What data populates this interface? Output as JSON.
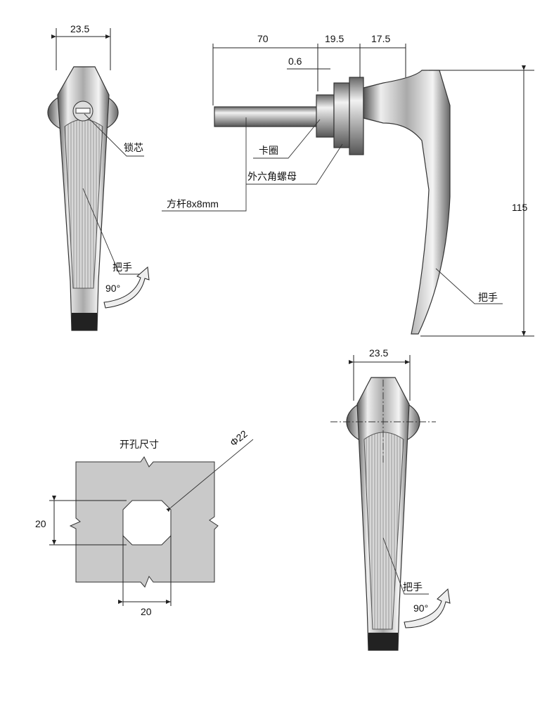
{
  "top_view": {
    "width_dim": "23.5",
    "lock_core_label": "锁芯",
    "handle_label": "把手",
    "rotation_label": "90°"
  },
  "side_view": {
    "dim_rod_length": "70",
    "dim_body": "19.5",
    "dim_head": "17.5",
    "dim_gap": "0.6",
    "circlip_label": "卡圈",
    "hex_nut_label": "外六角螺母",
    "square_rod_label": "方杆8x8mm",
    "height_dim": "115",
    "handle_label": "把手"
  },
  "cutout": {
    "title": "开孔尺寸",
    "diameter_label": "Φ22",
    "height_dim": "20",
    "width_dim": "20"
  },
  "bottom_view": {
    "width_dim": "23.5",
    "handle_label": "把手",
    "rotation_label": "90°"
  }
}
